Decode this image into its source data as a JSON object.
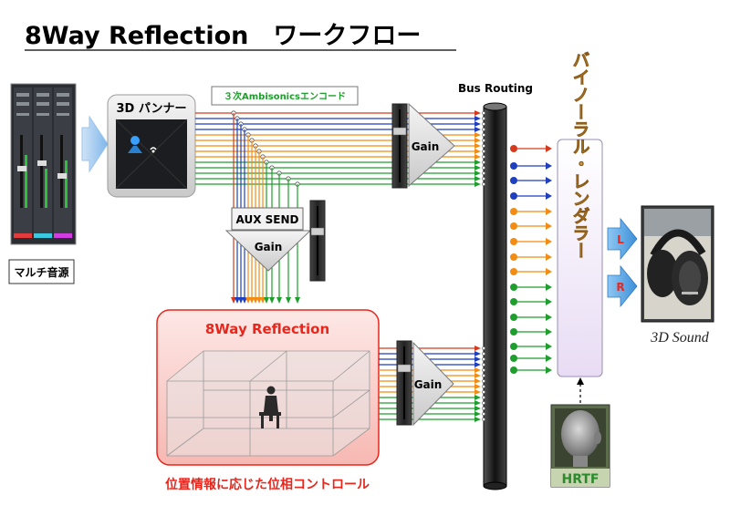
{
  "title": "8Way Reflection　ワークフロー",
  "labels": {
    "multi_source": "マルチ音源",
    "panner": "3D パンナー",
    "ambisonics": "３次Ambisonicsエンコード",
    "aux_send": "AUX SEND",
    "gain": "Gain",
    "bus_routing": "Bus Routing",
    "reflection": "8Way Reflection",
    "phase_control": "位置情報に応じた位相コントロール",
    "binaural_renderer": "バイノーラル・レンダラー",
    "left": "L",
    "right": "R",
    "sound_3d": "3D Sound",
    "hrtf": "HRTF"
  },
  "colors": {
    "red": "#d63a1c",
    "blue": "#1f3fbf",
    "orange": "#f28c12",
    "green": "#1e9e2c",
    "title_red": "#e8261c",
    "hrtf_green": "#2b8a2b",
    "renderer_text": "#d9a441",
    "arrow_blue": "#4aa3e8"
  },
  "icons": {
    "mixer": "mixer-console-icon",
    "panner": "panner-speaker-icon",
    "headphones": "headphones-photo",
    "dummy_head": "dummy-head-photo",
    "listener": "seated-listener-icon"
  }
}
